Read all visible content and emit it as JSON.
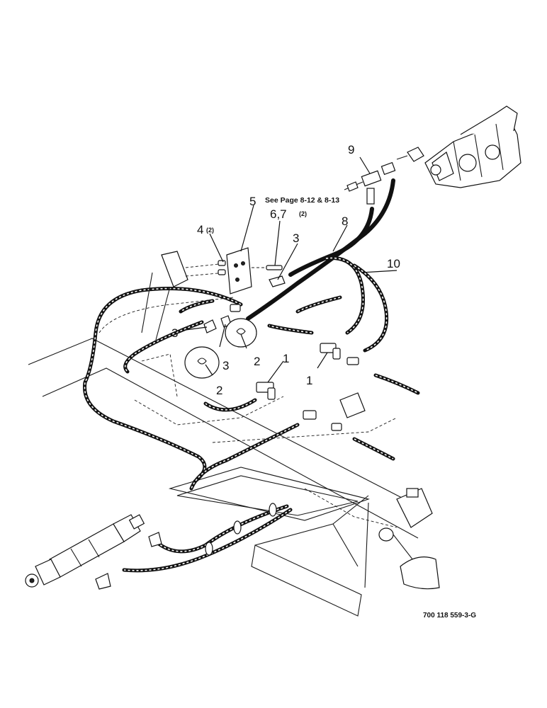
{
  "callouts": {
    "c1a": "1",
    "c1b": "1",
    "c2a": "2",
    "c2b": "2",
    "c3a": "3",
    "c3b": "3",
    "c3c": "3",
    "c4": "4",
    "c4_qty": "(2)",
    "c5": "5",
    "c67": "6,7",
    "c67_qty": "(2)",
    "c8": "8",
    "c9": "9",
    "c10": "10"
  },
  "note": "See Page 8-12 & 8-13",
  "drawing_number": "700 118 559-3-G"
}
